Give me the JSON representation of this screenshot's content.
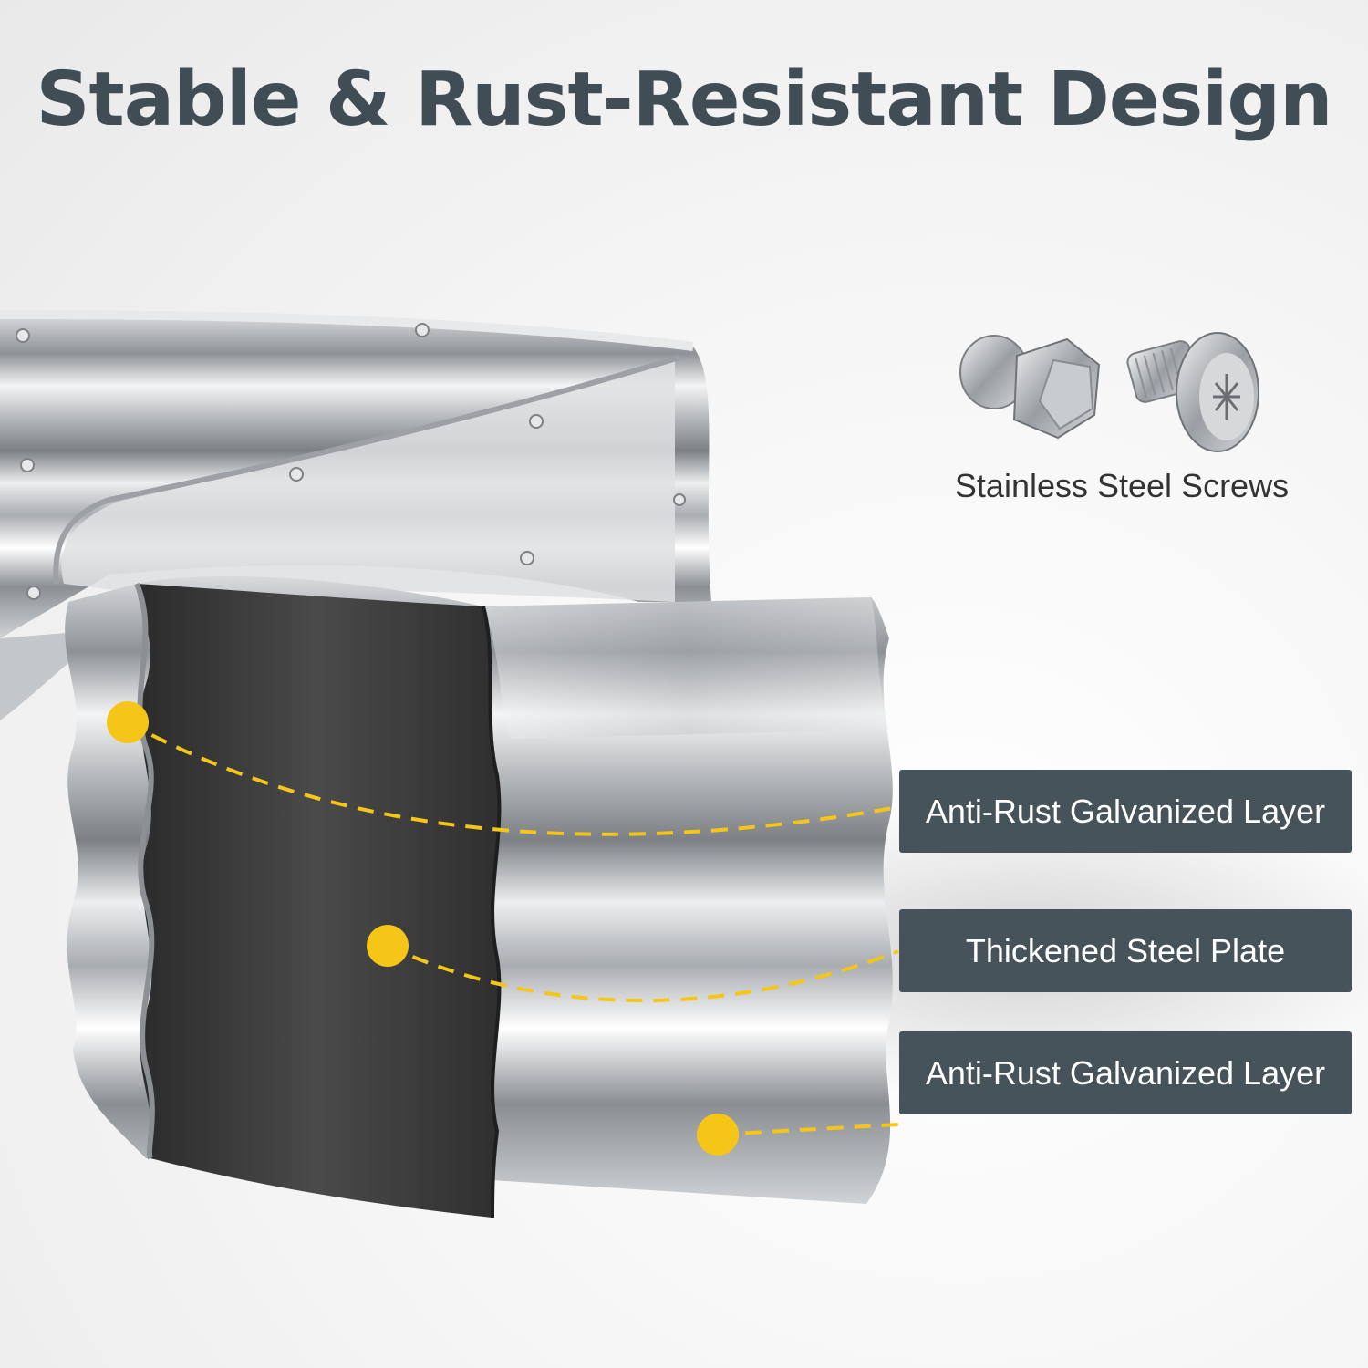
{
  "title": "Stable & Rust-Resistant Design",
  "screws": {
    "caption": "Stainless Steel Screws",
    "items": [
      "cap-nut-icon",
      "screw-icon"
    ]
  },
  "layers": [
    {
      "label": "Anti-Rust Galvanized Layer"
    },
    {
      "label": "Thickened Steel Plate"
    },
    {
      "label": "Anti-Rust Galvanized Layer"
    }
  ],
  "colors": {
    "title": "#404d55",
    "label_bg": "#47535b",
    "label_text": "#ffffff",
    "marker": "#f5c518",
    "steel": "#c8cbce",
    "core": "#3a3a3a"
  }
}
